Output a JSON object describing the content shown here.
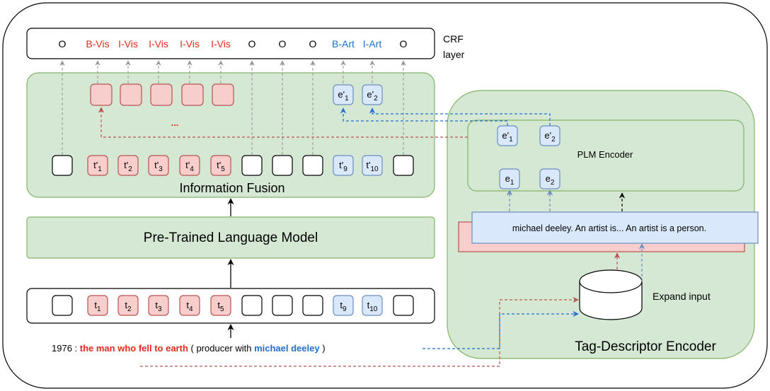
{
  "crf": {
    "label_line1": "CRF",
    "label_line2": "layer",
    "tags": [
      {
        "text": "O",
        "color": "black"
      },
      {
        "text": "B-Vis",
        "color": "red"
      },
      {
        "text": "I-Vis",
        "color": "red"
      },
      {
        "text": "I-Vis",
        "color": "red"
      },
      {
        "text": "I-Vis",
        "color": "red"
      },
      {
        "text": "I-Vis",
        "color": "red"
      },
      {
        "text": "O",
        "color": "black"
      },
      {
        "text": "O",
        "color": "black"
      },
      {
        "text": "O",
        "color": "black"
      },
      {
        "text": "B-Art",
        "color": "blue"
      },
      {
        "text": "I-Art",
        "color": "blue"
      },
      {
        "text": "O",
        "color": "black"
      }
    ]
  },
  "fusion": {
    "title": "Information Fusion",
    "ellipsis": "...",
    "entity_embeddings": [
      {
        "base": "e'",
        "sub": "1"
      },
      {
        "base": "e'",
        "sub": "2"
      }
    ],
    "tokens": [
      {
        "base": "",
        "sub": "",
        "kind": "plain"
      },
      {
        "base": "t'",
        "sub": "1",
        "kind": "red"
      },
      {
        "base": "t'",
        "sub": "2",
        "kind": "red"
      },
      {
        "base": "t'",
        "sub": "3",
        "kind": "red"
      },
      {
        "base": "t'",
        "sub": "4",
        "kind": "red"
      },
      {
        "base": "t'",
        "sub": "5",
        "kind": "red"
      },
      {
        "base": "",
        "sub": "",
        "kind": "plain"
      },
      {
        "base": "",
        "sub": "",
        "kind": "plain"
      },
      {
        "base": "",
        "sub": "",
        "kind": "plain"
      },
      {
        "base": "t'",
        "sub": "9",
        "kind": "blue"
      },
      {
        "base": "t'",
        "sub": "10",
        "kind": "blue"
      },
      {
        "base": "",
        "sub": "",
        "kind": "plain"
      }
    ]
  },
  "plm": {
    "title": "Pre-Trained Language Model"
  },
  "input": {
    "tokens": [
      {
        "base": "",
        "sub": "",
        "kind": "plain"
      },
      {
        "base": "t",
        "sub": "1",
        "kind": "red"
      },
      {
        "base": "t",
        "sub": "2",
        "kind": "red"
      },
      {
        "base": "t",
        "sub": "3",
        "kind": "red"
      },
      {
        "base": "t",
        "sub": "4",
        "kind": "red"
      },
      {
        "base": "t",
        "sub": "5",
        "kind": "red"
      },
      {
        "base": "",
        "sub": "",
        "kind": "plain"
      },
      {
        "base": "",
        "sub": "",
        "kind": "plain"
      },
      {
        "base": "",
        "sub": "",
        "kind": "plain"
      },
      {
        "base": "t",
        "sub": "9",
        "kind": "blue"
      },
      {
        "base": "t",
        "sub": "10",
        "kind": "blue"
      },
      {
        "base": "",
        "sub": "",
        "kind": "plain"
      }
    ]
  },
  "sentence": {
    "prefix": "1976 : ",
    "span_red": "the man who fell to earth",
    "middle": " ( producer with ",
    "span_blue": "michael deeley",
    "suffix": " )"
  },
  "tag_encoder": {
    "title": "Tag-Descriptor Encoder",
    "plm_encoder_label": "PLM Encoder",
    "output_embeddings": [
      {
        "base": "e'",
        "sub": "1"
      },
      {
        "base": "e'",
        "sub": "2"
      }
    ],
    "input_embeddings": [
      {
        "base": "e",
        "sub": "1"
      },
      {
        "base": "e",
        "sub": "2"
      }
    ],
    "descriptor_text": "michael deeley. An artist is... An artist is a person.",
    "expand_input_label": "Expand input"
  },
  "colors": {
    "green_fill": "#d5e8d4",
    "green_stroke": "#82b366",
    "red_fill": "#f8cecc",
    "red_stroke": "#b85450",
    "blue_fill": "#dae8fc",
    "blue_stroke": "#6c8ebf",
    "red_text": "#e8291c",
    "blue_text": "#1f6fd1",
    "grey_arrow": "#999999",
    "red_dash": "#b85450",
    "blue_dash": "#1f6fd1"
  }
}
